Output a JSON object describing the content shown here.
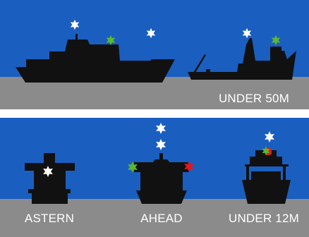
{
  "colors": {
    "sky": "#1a5fbf",
    "sea": "#8b8b8b",
    "divider": "#ffffff",
    "hull": "#111111",
    "masthead_light": "#ffffff",
    "starboard_light": "#5cb82e",
    "port_light": "#e0191e",
    "caption": "#ffffff"
  },
  "top_panel": {
    "caption": "UNDER 50M"
  },
  "bottom_panel": {
    "captions": {
      "astern": "ASTERN",
      "ahead": "AHEAD",
      "under_12m": "UNDER 12M"
    }
  },
  "icons": {
    "light": "star-burst-icon"
  }
}
